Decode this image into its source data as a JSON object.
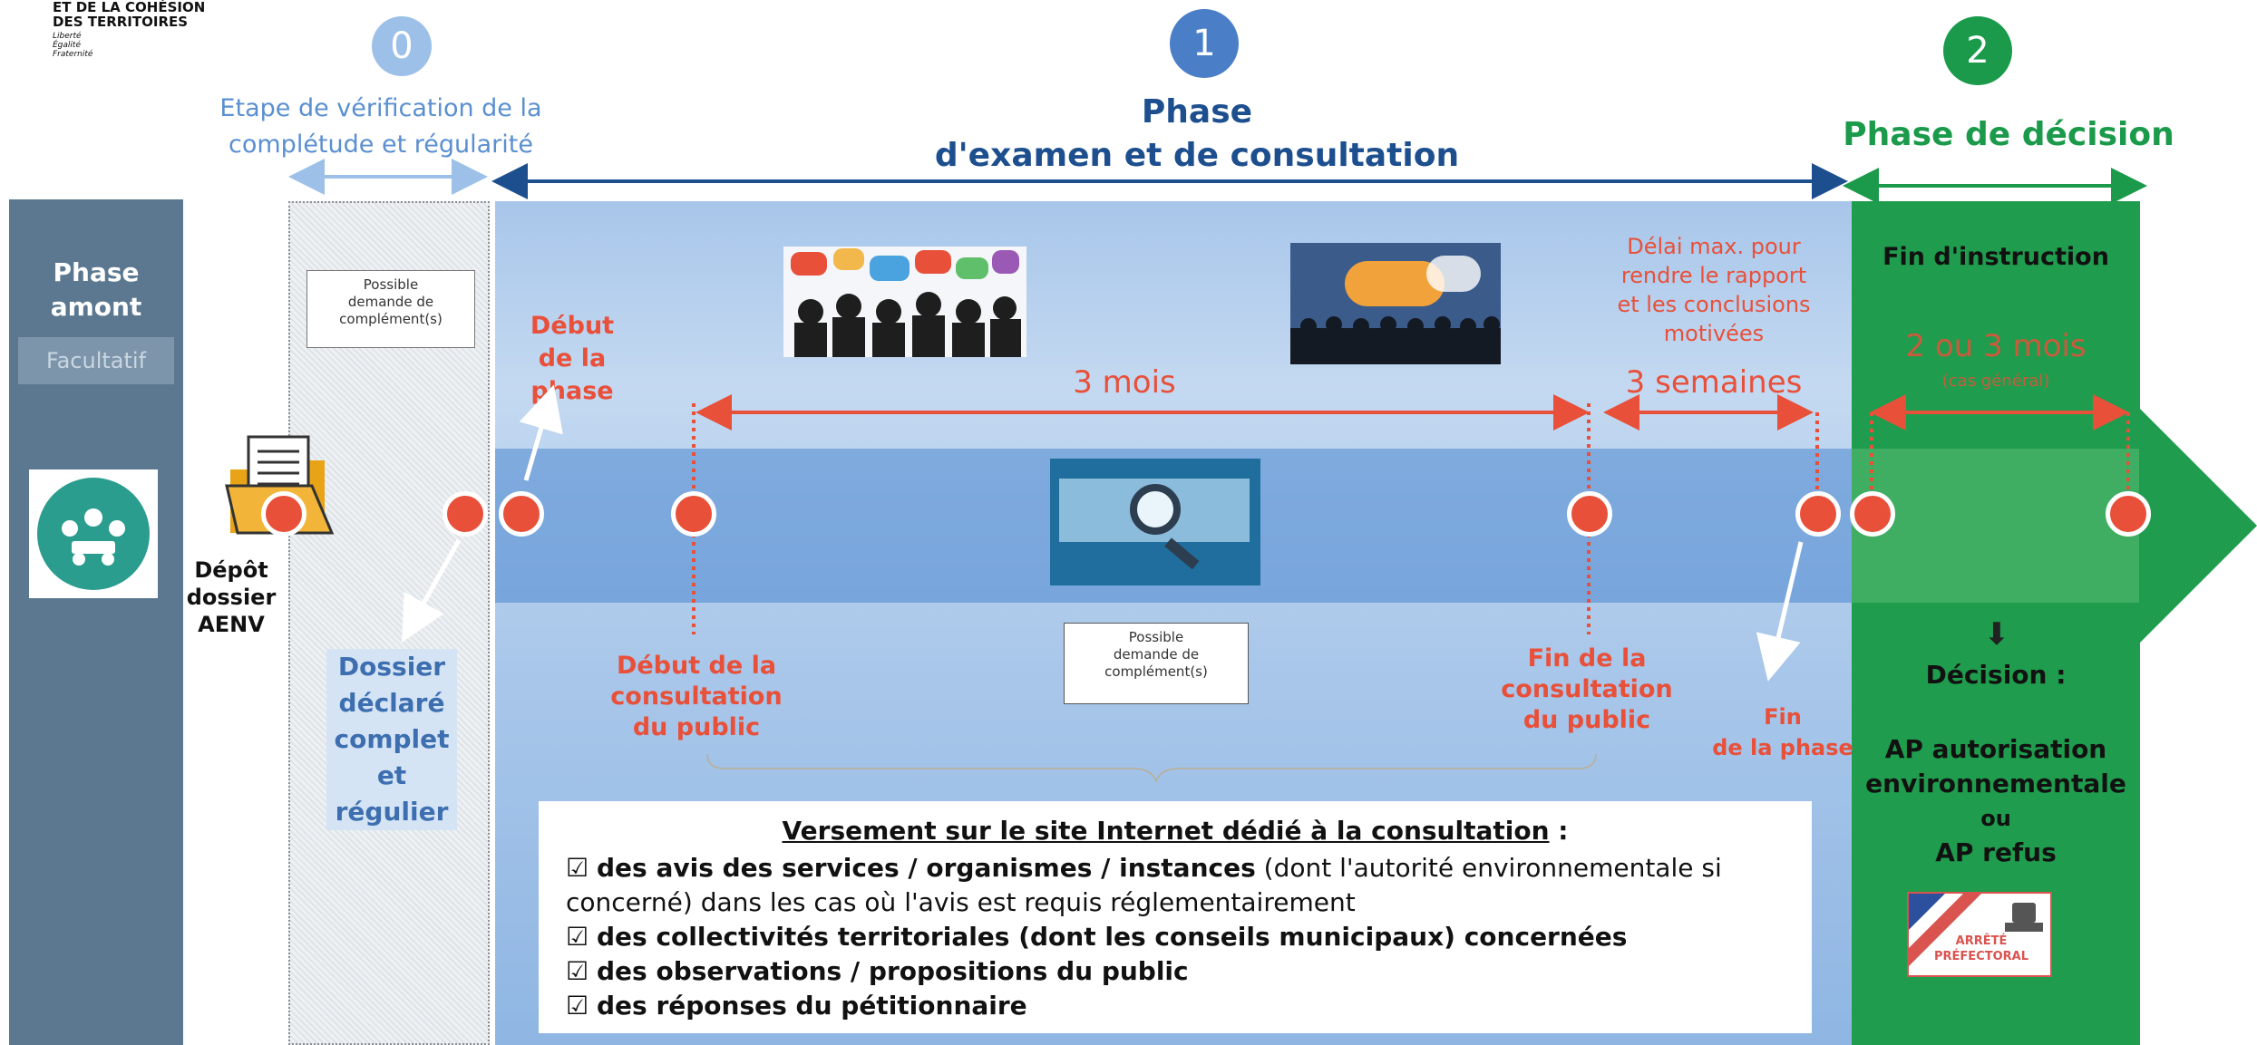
{
  "header": {
    "logo_lines": [
      "ET DE LA COHÉSION",
      "DES TERRITOIRES"
    ],
    "motto": [
      "Liberté",
      "Égalité",
      "Fraternité"
    ]
  },
  "phases": {
    "step0": {
      "number": "0",
      "title_line1": "Etape de vérification de la",
      "title_line2": "complétude et régularité"
    },
    "step1": {
      "number": "1",
      "title_line1": "Phase",
      "title_line2": "d'examen et de consultation"
    },
    "step2": {
      "number": "2",
      "title": "Phase de décision"
    }
  },
  "amont": {
    "line1": "Phase",
    "line2": "amont",
    "optional": "Facultatif"
  },
  "depot": {
    "line1": "Dépôt",
    "line2": "dossier",
    "line3": "AENV"
  },
  "complement_box": {
    "line1": "Possible",
    "line2": "demande de",
    "line3": "complément(s)"
  },
  "complement_box2": {
    "line1": "Possible",
    "line2": "demande de",
    "line3": "complément(s)"
  },
  "dossier_complet": {
    "line1": "Dossier",
    "line2": "déclaré",
    "line3": "complet",
    "line4": "et",
    "line5": "régulier"
  },
  "debut_phase": {
    "line1": "Début",
    "line2": "de la phase"
  },
  "debut_consultation": {
    "line1": "Début de la",
    "line2": "consultation",
    "line3": "du public"
  },
  "fin_consultation": {
    "line1": "Fin de la",
    "line2": "consultation",
    "line3": "du public"
  },
  "fin_phase": {
    "line1": "Fin",
    "line2": "de la phase"
  },
  "durations": {
    "three_months": "3 mois",
    "three_weeks": "3 semaines"
  },
  "delai_max": {
    "line1": "Délai max. pour",
    "line2": "rendre le rapport",
    "line3": "et les conclusions",
    "line4": "motivées"
  },
  "decision_panel": {
    "fin_instruction": "Fin d'instruction",
    "duree": "2 ou 3 mois",
    "duree_note": "(cas général)",
    "decision": "Décision :",
    "ap_line1": "AP autorisation",
    "ap_line2": "environnementale",
    "ou": "ou",
    "ap_refus": "AP refus",
    "stamp_line1": "ARRÊTÉ",
    "stamp_line2": "PRÉFECTORAL"
  },
  "versement": {
    "title": "Versement sur le site Internet dédié à la consultation",
    "title_colon": " :",
    "items": [
      {
        "bold": "des avis des services / organismes / instances",
        "rest": " (dont l'autorité environnementale si concerné) dans les cas où l'avis est requis réglementairement"
      },
      {
        "bold": "des collectivités territoriales (dont les conseils municipaux) concernées",
        "rest": ""
      },
      {
        "bold": "des observations / propositions du public",
        "rest": ""
      },
      {
        "bold": "des réponses du pétitionnaire",
        "rest": ""
      }
    ],
    "checkbox": "☑"
  },
  "colors": {
    "red": "#e8503a",
    "blue_badge": "#4a7fc8",
    "light_blue_badge": "#9cc0e8",
    "green": "#1a9a4a",
    "navy": "#1d4f8f",
    "slate": "#5b7890"
  }
}
